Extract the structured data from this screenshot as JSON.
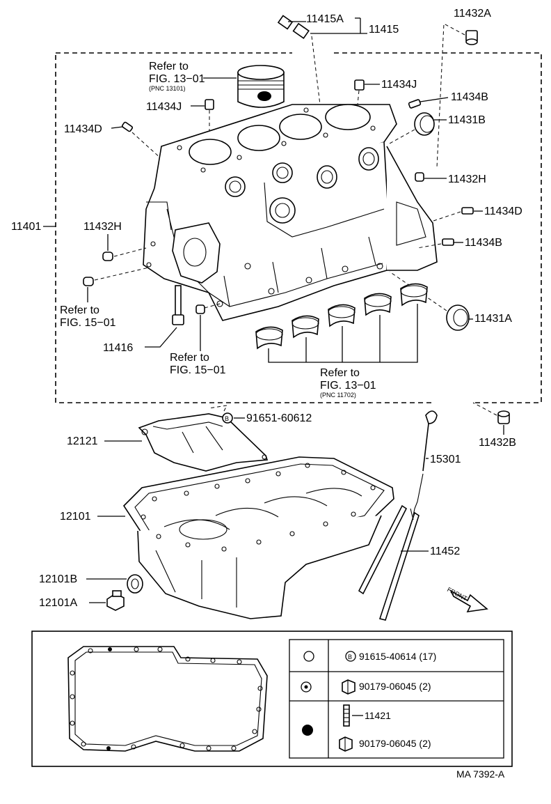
{
  "labels": {
    "p11415A": "11415A",
    "p11415": "11415",
    "p11432A": "11432A",
    "refer_piston_1": "Refer to",
    "refer_piston_2": "FIG. 13−01",
    "refer_piston_pnc": "(PNC 13101)",
    "p11434J_left": "11434J",
    "p11434J_right": "11434J",
    "p11434B_top": "11434B",
    "p11431B": "11431B",
    "p11434D_left": "11434D",
    "p11432H_right": "11432H",
    "p11401": "11401",
    "p11432H_left": "11432H",
    "p11434D_right": "11434D",
    "p11434B_right": "11434B",
    "refer_15_left_1": "Refer to",
    "refer_15_left_2": "FIG. 15−01",
    "p11431A": "11431A",
    "p11416": "11416",
    "refer_15_mid_1": "Refer to",
    "refer_15_mid_2": "FIG. 15−01",
    "refer_bearing_1": "Refer to",
    "refer_bearing_2": "FIG. 13−01",
    "refer_bearing_pnc": "(PNC 11702)",
    "p11432B": "11432B",
    "p91651": "91651-60612",
    "p12121": "12121",
    "p15301": "15301",
    "p12101": "12101",
    "p11452": "11452",
    "p12101B": "12101B",
    "p12101A": "12101A",
    "front": "FRONT",
    "b_marker": "B",
    "drawing_code": "MA 7392-A"
  },
  "legend": {
    "rows": [
      {
        "symbol": "open-circle",
        "marker": "B",
        "part": "91615-40614 (17)"
      },
      {
        "symbol": "dot-circle",
        "part": "90179-06045 (2)"
      },
      {
        "symbol": "filled-circle",
        "part_a": "11421",
        "part_b": "90179-06045 (2)"
      }
    ]
  }
}
